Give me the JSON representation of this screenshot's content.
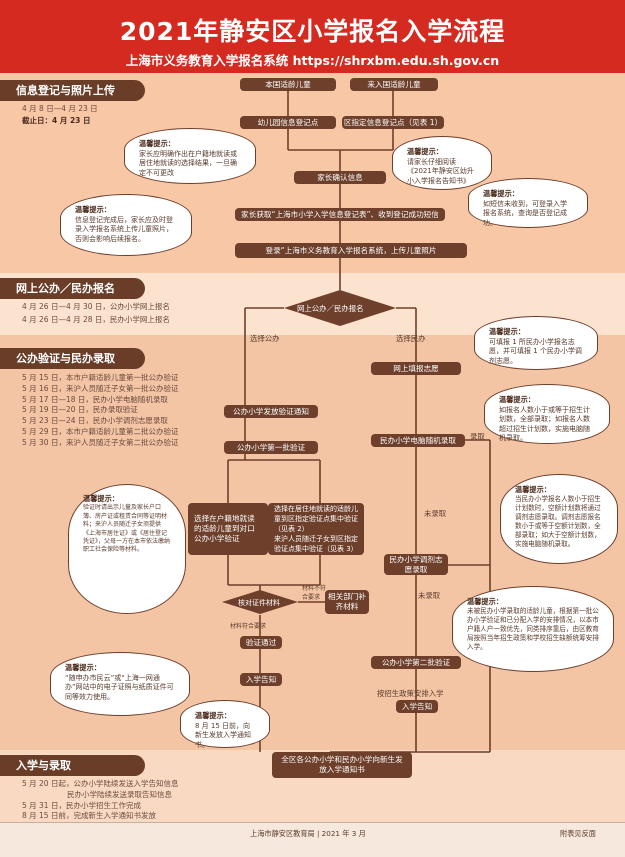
{
  "header": {
    "title": "2021年静安区小学报名入学流程",
    "subtitle": "上海市义务教育入学报名系统 https://shrxbm.edu.sh.gov.cn"
  },
  "sections": {
    "s1": {
      "title": "信息登记与照片上传",
      "dates": "4 月 8 日—4 月 23 日",
      "deadline": "截止日：4 月 23 日"
    },
    "s2": {
      "title": "网上公办／民办报名",
      "line1": "4 月 26 日—4 月 30 日，公办小学网上报名",
      "line2": "4 月 26 日—4 月 28 日，民办小学网上报名"
    },
    "s3": {
      "title": "公办验证与民办录取",
      "lines": "5 月 15 日，本市户籍适龄儿童第一批公办验证\n5 月 16 日，来沪人员随迁子女第一批公办验证\n5 月 17 日—18 日，民办小学电脑随机录取\n5 月 19 日—20 日，民办录取验证\n5 月 23 日—24 日，民办小学调剂志愿录取\n5 月 29 日，本市户籍适龄儿童第二批公办验证\n5 月 30 日，来沪人员随迁子女第二批公办验证"
    },
    "s4": {
      "title": "入学与录取",
      "lines": "5 月 20 日起，公办小学陆续发送入学告知信息\n　　　　　　民办小学陆续发送录取告知信息\n5 月 31 日，民办小学招生工作完成\n8 月 15 日前，完成新生入学通知书发放"
    }
  },
  "flow": {
    "local_child": "本国适龄儿童",
    "nonlocal_child": "来入国适龄儿童",
    "kindergarten_reg": "幼儿园信息登记点",
    "district_reg": "区指定信息登记点（见表 1）",
    "parent_confirm": "家长确认信息",
    "get_form": "家长获取“上海市小学入学信息登记表”、收到登记成功短信",
    "upload_photo": "登录“上海市义务教育入学报名系统，上传儿童照片",
    "choose_node": "网上公办／民办报名",
    "choose_public": "选择公办",
    "choose_private": "选择民办",
    "fill_wish": "网上填报志愿",
    "public_notice": "公办小学发放验证通知",
    "public_first": "公办小学第一批验证",
    "private_lottery": "民办小学电脑随机录取",
    "admitted": "录取",
    "not_admitted_1": "未录取",
    "local_verify": "选择在户籍地就读的适龄儿童到对口公办小学验证",
    "nonlocal_verify": "选择在居住地就读的适龄儿童到区指定验证点集中验证（见表 2）\n来沪人员随迁子女到区指定验证点集中验证（见表 3）",
    "adjust": "民办小学调剂志愿录取",
    "not_admitted_2": "未录取",
    "check_node": "核对证件材料",
    "docs_incomplete": "材料不符合要求",
    "docs_ok": "材料符合要求",
    "supplement": "相关部门补齐材料",
    "verify_pass": "验证通过",
    "notify_1": "入学告知",
    "public_second": "公办小学第二批验证",
    "arrange": "按招生政策安排入学",
    "notify_2": "入学告知",
    "final": "全区各公办小学和民办小学向新生发放入学通知书"
  },
  "tips": {
    "t1": {
      "title": "温馨提示：",
      "text": "家长应明确作出在户籍地就读或居住地就读的选择结果，一旦确定不可更改"
    },
    "t2": {
      "title": "温馨提示：",
      "text": "请家长仔细阅读《2021年静安区幼升小入学报名告知书》"
    },
    "t3": {
      "title": "温馨提示：",
      "text": "信息登记完成后，家长应及时登录入学报名系统上传儿童照片，否则会影响后续报名。"
    },
    "t4": {
      "title": "温馨提示：",
      "text": "如短信未收到，可登录入学报名系统，查询是否登记成功。"
    },
    "t5": {
      "title": "温馨提示：",
      "text": "可填报 1 所民办小学报名志愿，并可填报 1 个民办小学调剂志愿。"
    },
    "t6": {
      "title": "温馨提示：",
      "text": "如报名人数小于或等于招生计划数，全部录取；如报名人数超过招生计划数，实施电脑随机录取。"
    },
    "t7": {
      "title": "温馨提示：",
      "text": "验证时请出示儿童及家长户口簿、房产证或租赁合同等证明材料；来沪人员随迁子女须提供《上海市居住证》或《居住登记凭证》，父母一方在本市依法缴纳职工社会保险等材料。"
    },
    "t8": {
      "title": "温馨提示：",
      "text": "当民办小学报名人数小于招生计划数时，空额计划数将通过调剂志愿录取。调剂志愿报名数小于或等于空额计划数，全部录取；如大于空额计划数，实施电脑随机录取。"
    },
    "t9": {
      "title": "温馨提示：",
      "text": "未被民办小学录取的适龄儿童，根据第一批公办小学验证和已分配入学的安排情况，以本市户籍人户一致优先，同类排序靠后，由区教育局按照当年招生政策和学校招生缺额统筹安排入学。"
    },
    "t10": {
      "title": "温馨提示：",
      "text": "“随申办市民云”或“上海一网通办”网站中的电子证照与纸质证件可同等效力使用。"
    },
    "t11": {
      "title": "温馨提示：",
      "text": "8 月 15 日前，向新生发放入学通知书。"
    }
  },
  "footer": {
    "center": "上海市静安区教育局 | 2021 年 3 月",
    "right": "附表见反面"
  },
  "colors": {
    "red": "#d42a1f",
    "brown": "#6e3f2b",
    "peach": "#f8c9a7",
    "lightpeach": "#fbe3cf"
  }
}
